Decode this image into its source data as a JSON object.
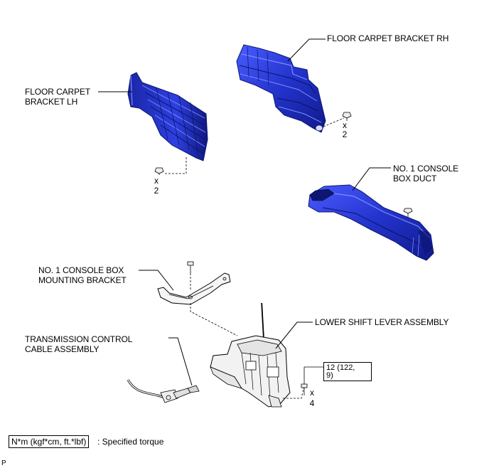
{
  "labels": {
    "floor_carpet_bracket_rh": "FLOOR CARPET BRACKET RH",
    "floor_carpet_bracket_lh_line1": "FLOOR CARPET",
    "floor_carpet_bracket_lh_line2": "BRACKET LH",
    "console_box_duct_line1": "NO. 1 CONSOLE",
    "console_box_duct_line2": "BOX DUCT",
    "mounting_bracket_line1": "NO. 1 CONSOLE BOX",
    "mounting_bracket_line2": "MOUNTING BRACKET",
    "lower_shift_lever": "LOWER SHIFT LEVER ASSEMBLY",
    "transmission_cable_line1": "TRANSMISSION CONTROL",
    "transmission_cable_line2": "CABLE ASSEMBLY"
  },
  "quantities": {
    "rh_x": "x",
    "rh_count": "2",
    "lh_x": "x",
    "lh_count": "2",
    "bolt_x": "x",
    "bolt_count": "4"
  },
  "torque": {
    "value": "12 (122,\n9)"
  },
  "legend": {
    "box_text": "N*m (kgf*cm, ft.*lbf)",
    "description": ": Specified torque"
  },
  "footer": {
    "code": "P"
  },
  "colors": {
    "part_blue": "#2233cc",
    "part_dark": "#0d1670",
    "part_light": "#6f82ff",
    "line": "#000000"
  }
}
